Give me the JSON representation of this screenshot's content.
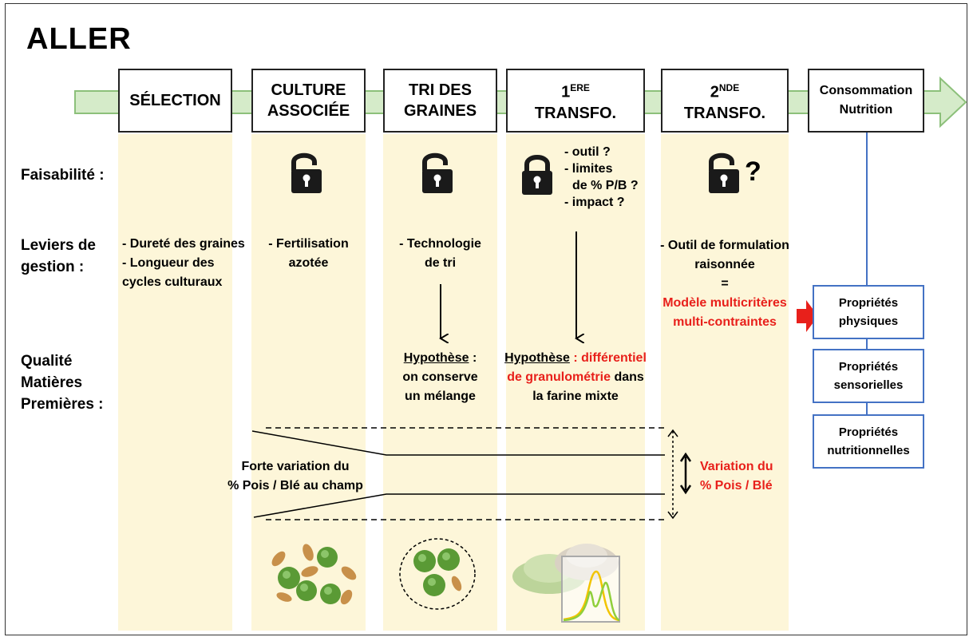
{
  "title": "ALLER",
  "stages": [
    {
      "id": "selection",
      "line1": "SÉLECTION",
      "line2": ""
    },
    {
      "id": "culture",
      "line1": "CULTURE",
      "line2": "ASSOCIÉE"
    },
    {
      "id": "tri",
      "line1": "TRI DES",
      "line2": "GRAINES"
    },
    {
      "id": "premiere",
      "num": "1",
      "sup": "ERE",
      "line2": "TRANSFO."
    },
    {
      "id": "seconde",
      "num": "2",
      "sup": "NDE",
      "line2": "TRANSFO."
    },
    {
      "id": "conso",
      "line1": "Consommation",
      "line2": "Nutrition"
    }
  ],
  "row_labels": {
    "faisabilite": "Faisabilité :",
    "leviers_1": "Leviers de",
    "leviers_2": "gestion :",
    "qualite_1": "Qualité",
    "qualite_2": "Matières",
    "qualite_3": "Premières :"
  },
  "faisabilite": {
    "premiere_notes": [
      "- outil ?",
      "- limites",
      "de % P/B ?",
      "- impact ?"
    ],
    "seconde_mark": "?",
    "locks": [
      {
        "stage": "culture",
        "state": "open"
      },
      {
        "stage": "tri",
        "state": "open"
      },
      {
        "stage": "premiere",
        "state": "closed"
      },
      {
        "stage": "seconde",
        "state": "open"
      }
    ]
  },
  "leviers": {
    "selection": [
      "- Dureté des graines",
      "- Longueur des",
      "cycles culturaux"
    ],
    "culture": [
      "- Fertilisation",
      "azotée"
    ],
    "tri": [
      "- Technologie",
      "de tri"
    ],
    "seconde": [
      "- Outil de formulation",
      "raisonnée",
      "="
    ],
    "seconde_red": [
      "Modèle multicritères",
      "multi-contraintes"
    ]
  },
  "qualite": {
    "tri_hyp": "Hypothèse",
    "tri_hyp_rest": " :",
    "tri_lines": [
      "on conserve",
      "un mélange"
    ],
    "premiere_hyp": "Hypothèse",
    "premiere_colon": " : ",
    "premiere_red1": "différentiel",
    "premiere_red2": "de granulométrie",
    "premiere_black2": " dans",
    "premiere_line3": "la farine mixte"
  },
  "variation": {
    "field_1": "Forte variation du",
    "field_2": "% Pois / Blé au champ",
    "red_1": "Variation du",
    "red_2": "% Pois / Blé"
  },
  "proprietes": [
    {
      "id": "physiques",
      "line1": "Propriétés",
      "line2": "physiques"
    },
    {
      "id": "sensorielles",
      "line1": "Propriétés",
      "line2": "sensorielles"
    },
    {
      "id": "nutritionnelles",
      "line1": "Propriétés",
      "line2": "nutritionnelles"
    }
  ],
  "colors": {
    "arrow_fill": "#d5ebc9",
    "arrow_stroke": "#8cc07a",
    "column_bg": "#fdf6d9",
    "red": "#e8201b",
    "prop_border": "#4472c4",
    "pea": "#5a9a35",
    "wheat": "#c8904a"
  }
}
